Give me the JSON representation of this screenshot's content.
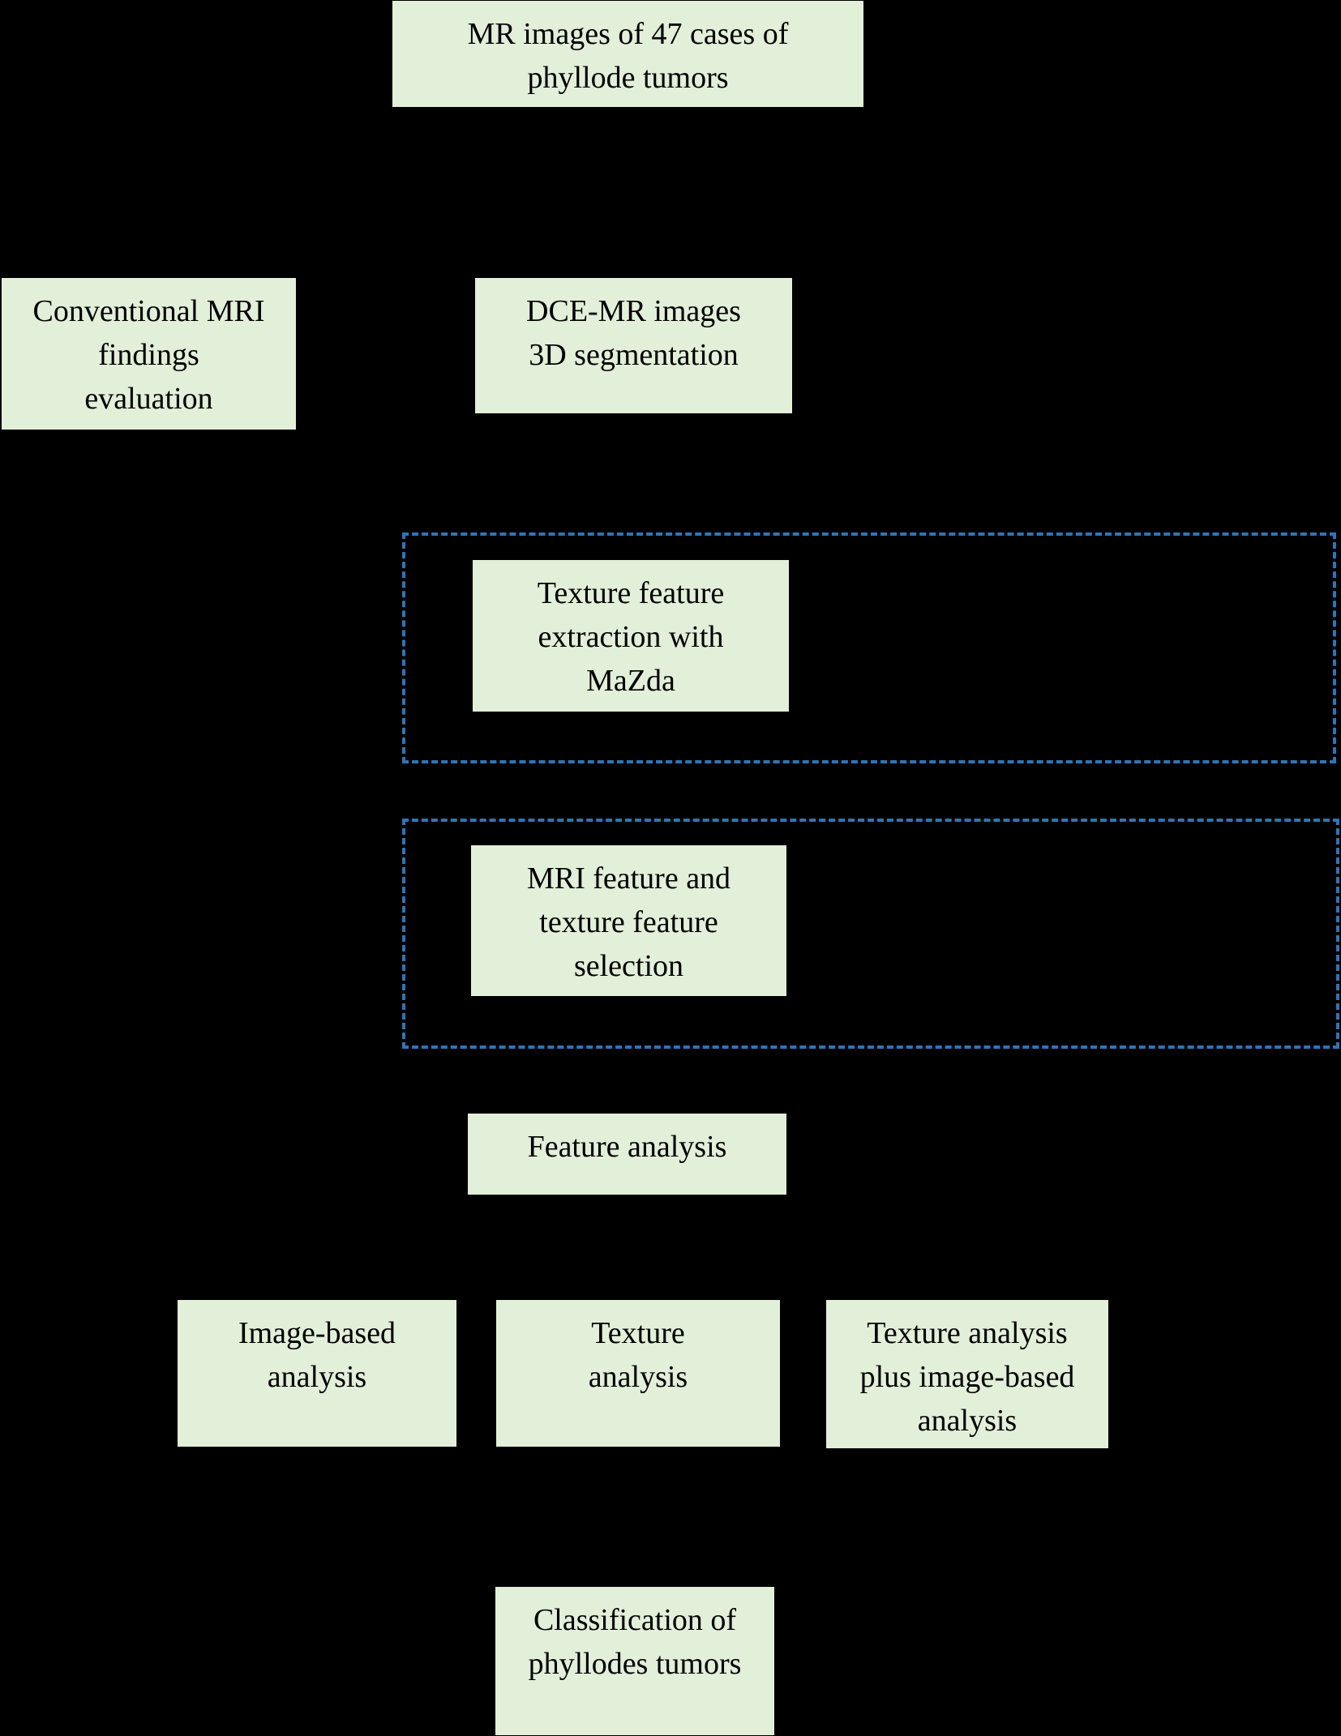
{
  "colors": {
    "background": "#000000",
    "box_fill": "#e2efd9",
    "dashed_border": "#2e75b6",
    "text": "#000000"
  },
  "nodes": {
    "mr_images": [
      "MR images of 47 cases of",
      "phyllode tumors"
    ],
    "conventional_mri": [
      "Conventional MRI",
      "findings",
      "evaluation"
    ],
    "dce_segmentation": [
      "DCE-MR images",
      "3D segmentation"
    ],
    "texture_extraction": [
      "Texture feature",
      "extraction with",
      "MaZda"
    ],
    "feature_selection": [
      "MRI feature and",
      "texture feature",
      "selection"
    ],
    "feature_analysis": [
      "Feature analysis"
    ],
    "image_based_analysis": [
      "Image-based",
      "analysis"
    ],
    "texture_analysis": [
      "Texture",
      "analysis"
    ],
    "combined_analysis": [
      "Texture analysis",
      "plus image-based",
      "analysis"
    ],
    "classification": [
      "Classification of",
      "phyllodes tumors"
    ]
  }
}
